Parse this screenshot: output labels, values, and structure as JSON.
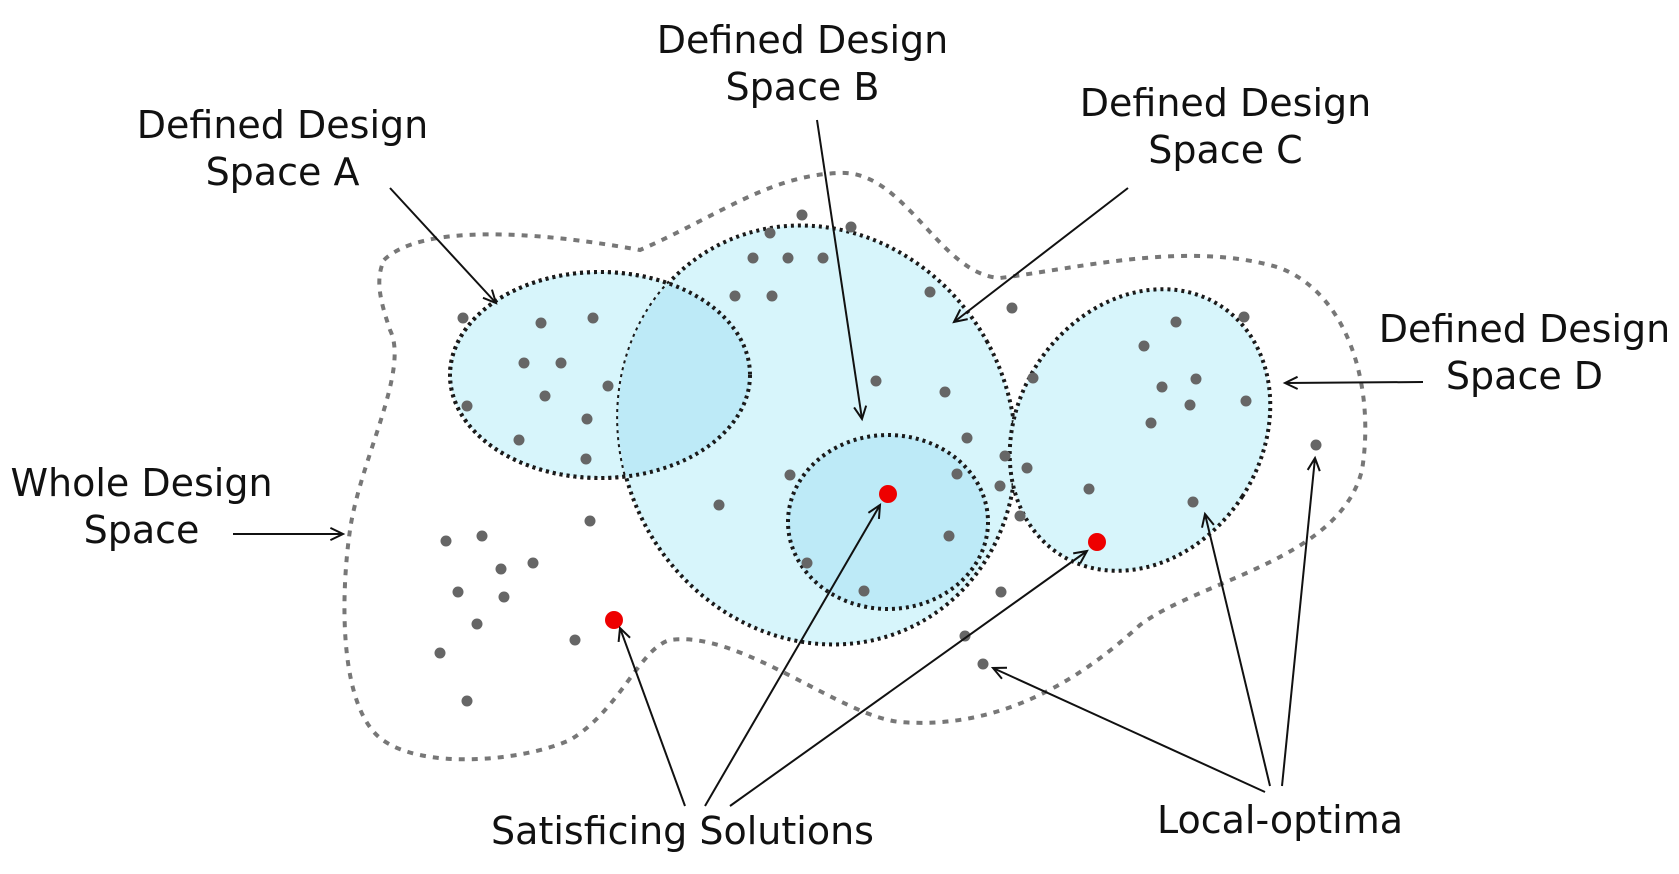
{
  "labels": {
    "space_a": [
      "Defined Design",
      "Space A"
    ],
    "space_b": [
      "Defined Design",
      "Space B"
    ],
    "space_c": [
      "Defined Design",
      "Space C"
    ],
    "space_d": [
      "Defined Design",
      "Space D"
    ],
    "whole": [
      "Whole Design",
      "Space"
    ],
    "satisficing": "Satisficing Solutions",
    "local_optima": "Local-optima"
  },
  "colors": {
    "region_fill": "#d7f5fb",
    "overlap_fill": "#bdeaf7",
    "region_border": "#1a1a1a",
    "whole_border": "#777777",
    "solution_point": "#666666",
    "satisficing_point": "#ee0000",
    "text": "#111111"
  }
}
